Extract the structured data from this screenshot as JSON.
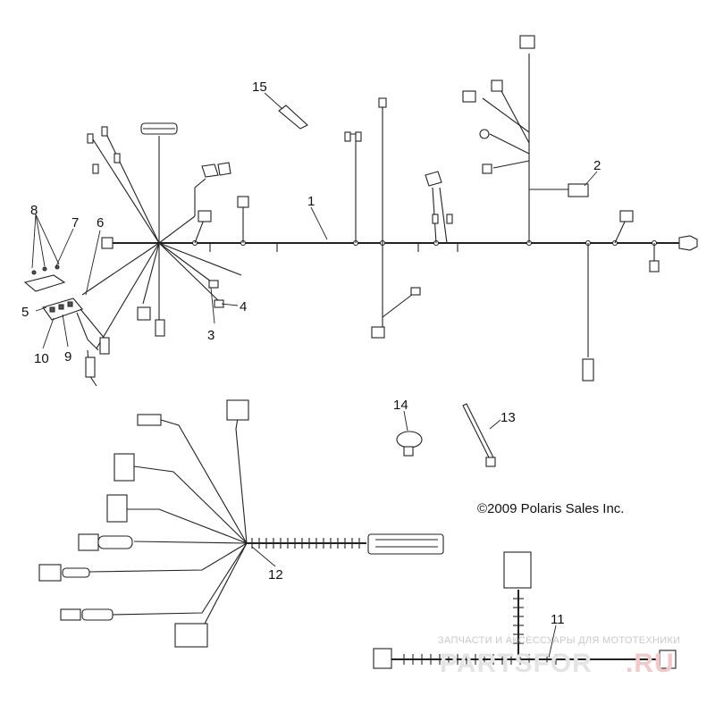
{
  "diagram": {
    "callouts": [
      {
        "id": "c1",
        "label": "1"
      },
      {
        "id": "c2",
        "label": "2"
      },
      {
        "id": "c3",
        "label": "3"
      },
      {
        "id": "c4",
        "label": "4"
      },
      {
        "id": "c5",
        "label": "5"
      },
      {
        "id": "c6",
        "label": "6"
      },
      {
        "id": "c7",
        "label": "7"
      },
      {
        "id": "c8",
        "label": "8"
      },
      {
        "id": "c9",
        "label": "9"
      },
      {
        "id": "c10",
        "label": "10"
      },
      {
        "id": "c11",
        "label": "11"
      },
      {
        "id": "c12",
        "label": "12"
      },
      {
        "id": "c13",
        "label": "13"
      },
      {
        "id": "c14",
        "label": "14"
      },
      {
        "id": "c15",
        "label": "15"
      }
    ],
    "copyright": "©2009 Polaris Sales Inc."
  },
  "watermark": {
    "caption": "ЗАПЧАСТИ И АКСЕССУАРЫ ДЛЯ МОТОТЕХНИКИ",
    "site_main": "PARTSFOR",
    "site_tld": ".RU"
  },
  "colors": {
    "ink": "#222222",
    "background": "#ffffff",
    "watermark_grey": "#e4e4e4",
    "watermark_red": "#f2c8c8"
  }
}
